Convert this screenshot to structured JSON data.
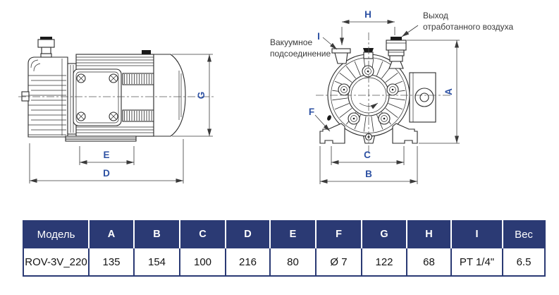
{
  "drawing": {
    "labels": {
      "vacuum_line1": "Вакуумное",
      "vacuum_line2": "подсоединение",
      "exhaust_line1": "Выход",
      "exhaust_line2": "отработанного воздуха"
    },
    "dims": {
      "a": "A",
      "b": "B",
      "c": "C",
      "d": "D",
      "e": "E",
      "f": "F",
      "g": "G",
      "h": "H",
      "i": "I"
    }
  },
  "table": {
    "headers": [
      "Модель",
      "A",
      "B",
      "C",
      "D",
      "E",
      "F",
      "G",
      "H",
      "I",
      "Вес"
    ],
    "rows": [
      [
        "ROV-3V_220",
        "135",
        "154",
        "100",
        "216",
        "80",
        "Ø 7",
        "122",
        "68",
        "PT 1/4\"",
        "6.5"
      ]
    ]
  },
  "colors": {
    "table_header_bg": "#2b3a74",
    "table_border": "#2b3a74",
    "dimension_letter": "#2d51a3",
    "drawing_line": "#2b2b2b",
    "label_text": "#3a3a3a"
  }
}
